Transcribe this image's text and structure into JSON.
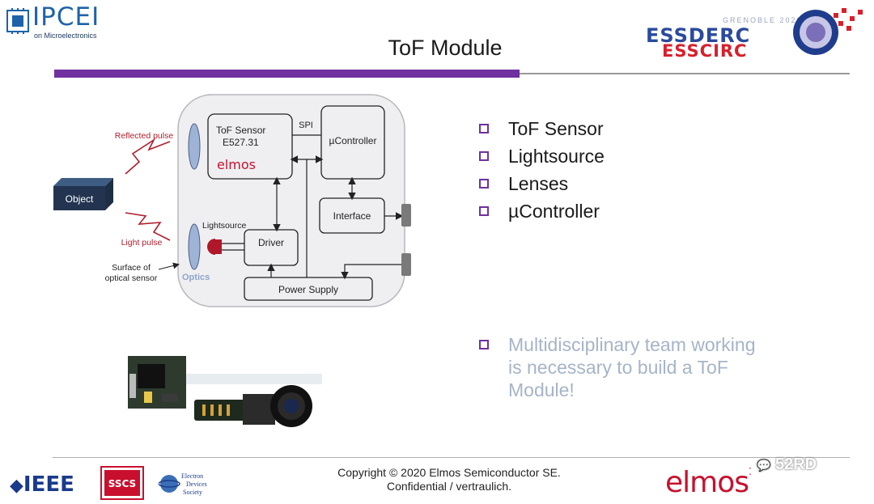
{
  "header": {
    "title": "ToF Module",
    "ipcei_logo": "IPCEI",
    "ipcei_sub": "on Microelectronics",
    "conference_logo": {
      "line1": "GRENOBLE 2020",
      "line2": "ESSDERC",
      "line3": "ESSCIRC"
    }
  },
  "diagram": {
    "reflected_pulse": "Reflected pulse",
    "light_pulse": "Light pulse",
    "object": "Object",
    "surface": "Surface of",
    "surface2": "optical sensor",
    "optics": "Optics",
    "lightsource": "Lightsource",
    "tof_sensor": "ToF Sensor",
    "tof_part": "E527.31",
    "elmos": "elmos",
    "spi": "SPI",
    "controller": "µController",
    "interface": "Interface",
    "driver": "Driver",
    "power_supply": "Power Supply"
  },
  "bullets": [
    "ToF Sensor",
    "Lightsource",
    "Lenses",
    "µController"
  ],
  "note": {
    "line1": "Multidisciplinary team working",
    "line2": "is necessary to build a ToF",
    "line3": "Module!"
  },
  "footer": {
    "copyright_line1": "Copyright © 2020 Elmos Semiconductor SE.",
    "copyright_line2": "Confidential / vertraulich.",
    "elmos_logo": "elmos",
    "ieee": "IEEE",
    "sscs": "SSCS",
    "eds_line1": "Electron",
    "eds_line2": "Devices",
    "eds_line3": "Society",
    "watermark": "52RD"
  },
  "colors": {
    "accent": "#7030a0",
    "elmos_red": "#c8102e",
    "ipcei_blue": "#1f63a8",
    "note_gray": "#a6b4c8"
  }
}
